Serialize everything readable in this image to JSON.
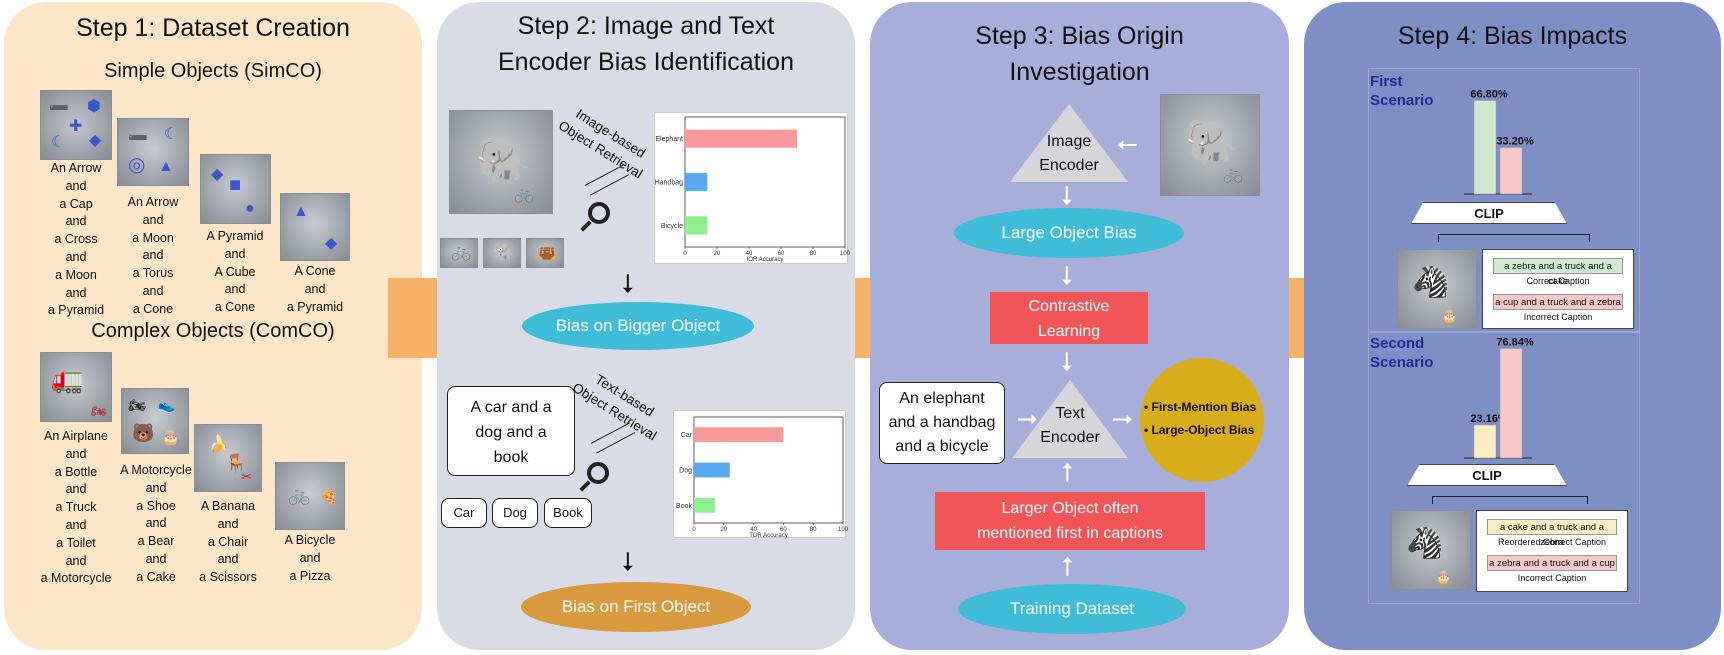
{
  "panel1": {
    "title": "Step 1: Dataset Creation",
    "simple_title": "Simple Objects (SimCO)",
    "complex_title": "Complex Objects (ComCO)",
    "simple_items": [
      "An Arrow\nand\na Cap\nand\na Cross\nand\na Moon\nand\na Pyramid",
      "An Arrow\nand\na Moon\nand\na Torus\nand\na Cone",
      "A Pyramid\nand\nA Cube\nand\na Cone",
      "A Cone\nand\na Pyramid"
    ],
    "complex_items": [
      "An Airplane\nand\na Bottle\nand\na Truck\nand\na Toilet\nand\na Motorcycle",
      "A Motorcycle\nand\na Shoe\nand\na Bear\nand\na Cake",
      "A Banana\nand\na Chair\nand\na Scissors",
      "A Bicycle\nand\na Pizza"
    ]
  },
  "panel2": {
    "title_line1": "Step 2: Image and Text",
    "title_line2": "Encoder Bias Identification",
    "image_retrieval_label_1": "Image-based",
    "image_retrieval_label_2": "Object Retrieval",
    "text_retrieval_label_1": "Text-based",
    "text_retrieval_label_2": "Object Retrieval",
    "bias_bigger": "Bias on Bigger Object",
    "bias_first": "Bias on First Object",
    "query_text": "A car and a dog and a book",
    "chips": [
      "Car",
      "Dog",
      "Book"
    ]
  },
  "panel3": {
    "title_line1": "Step 3: Bias Origin",
    "title_line2": "Investigation",
    "image_encoder_1": "Image",
    "image_encoder_2": "Encoder",
    "large_object_bias": "Large Object Bias",
    "contrastive_1": "Contrastive",
    "contrastive_2": "Learning",
    "text_query": "An elephant and a handbag and a bicycle",
    "text_encoder_1": "Text",
    "text_encoder_2": "Encoder",
    "bias_list": [
      "First-Mention Bias",
      "Large-Object Bias"
    ],
    "larger_object_1": "Larger Object often",
    "larger_object_2": "mentioned first in captions",
    "training_dataset": "Training Dataset"
  },
  "panel4": {
    "title": "Step 4: Bias Impacts",
    "clip_label": "CLIP",
    "scenario1": {
      "label_1": "First",
      "label_2": "Scenario",
      "caption_correct": "a zebra and a truck and a cake",
      "caption_correct_kind": "Correct Caption",
      "caption_incorrect": "a cup and a truck and a zebra",
      "caption_incorrect_kind": "Incorrect Caption"
    },
    "scenario2": {
      "label_1": "Second",
      "label_2": "Scenario",
      "caption_correct": "a cake and a truck and a zebra",
      "caption_correct_kind": "Reordered Correct Caption",
      "caption_incorrect": "a zebra and a truck and a cup",
      "caption_incorrect_kind": "Incorrect Caption"
    }
  },
  "chart_data": [
    {
      "type": "bar",
      "orientation": "horizontal",
      "categories": [
        "Elephant",
        "Handbag",
        "Bicycle"
      ],
      "values": [
        70,
        14,
        14
      ],
      "xlabel": "IOR Accuracy",
      "xlim": [
        0,
        100
      ],
      "xticks": [
        0,
        20,
        40,
        60,
        80,
        100
      ],
      "colors": [
        "#f8999b",
        "#5aa8f2",
        "#8ef08e"
      ]
    },
    {
      "type": "bar",
      "orientation": "horizontal",
      "categories": [
        "Car",
        "Dog",
        "Book"
      ],
      "values": [
        60,
        24,
        14
      ],
      "xlabel": "TOR Accuracy",
      "xlim": [
        0,
        100
      ],
      "xticks": [
        0,
        20,
        40,
        60,
        80,
        100
      ],
      "colors": [
        "#f8999b",
        "#5aa8f2",
        "#8ef08e"
      ]
    },
    {
      "type": "bar",
      "series": [
        {
          "values": [
            66.8,
            33.2
          ]
        }
      ],
      "data_labels": [
        "66.80%",
        "33.20%"
      ],
      "ylim": [
        0,
        70
      ],
      "colors": [
        "#cfe9cf",
        "#f6c8c8"
      ]
    },
    {
      "type": "bar",
      "series": [
        {
          "values": [
            23.16,
            76.84
          ]
        }
      ],
      "data_labels": [
        "23.16%",
        "76.84%"
      ],
      "ylim": [
        0,
        80
      ],
      "colors": [
        "#fbecc4",
        "#f6c8c8"
      ]
    }
  ],
  "colors": {
    "panel1_bg": "#fde6c8",
    "panel2_bg": "#d9dbe6",
    "panel3_bg": "#a7aed9",
    "panel4_bg": "#7e8fc5",
    "chevron": "#f6b266",
    "cyan_bubble": "#3fbcd8",
    "red_box": "#f25557",
    "orange_bubble": "#d99a3f",
    "gold_circle": "#d8ad1c",
    "scenario_label": "#1f2d8f"
  }
}
